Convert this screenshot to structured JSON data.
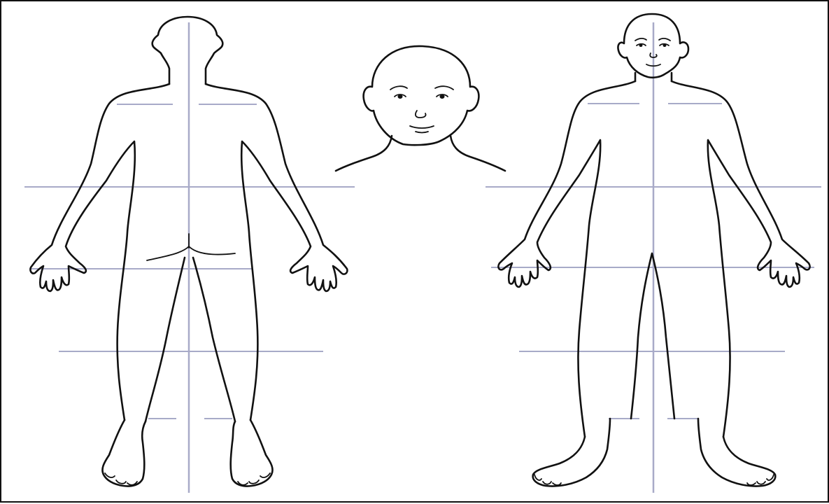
{
  "figure": {
    "views": [
      "back-view",
      "face-closeup",
      "front-view"
    ],
    "colors": {
      "outline": "#111111",
      "guide_lines": "#a8aac8",
      "background": "#ffffff",
      "border": "#111111"
    }
  }
}
